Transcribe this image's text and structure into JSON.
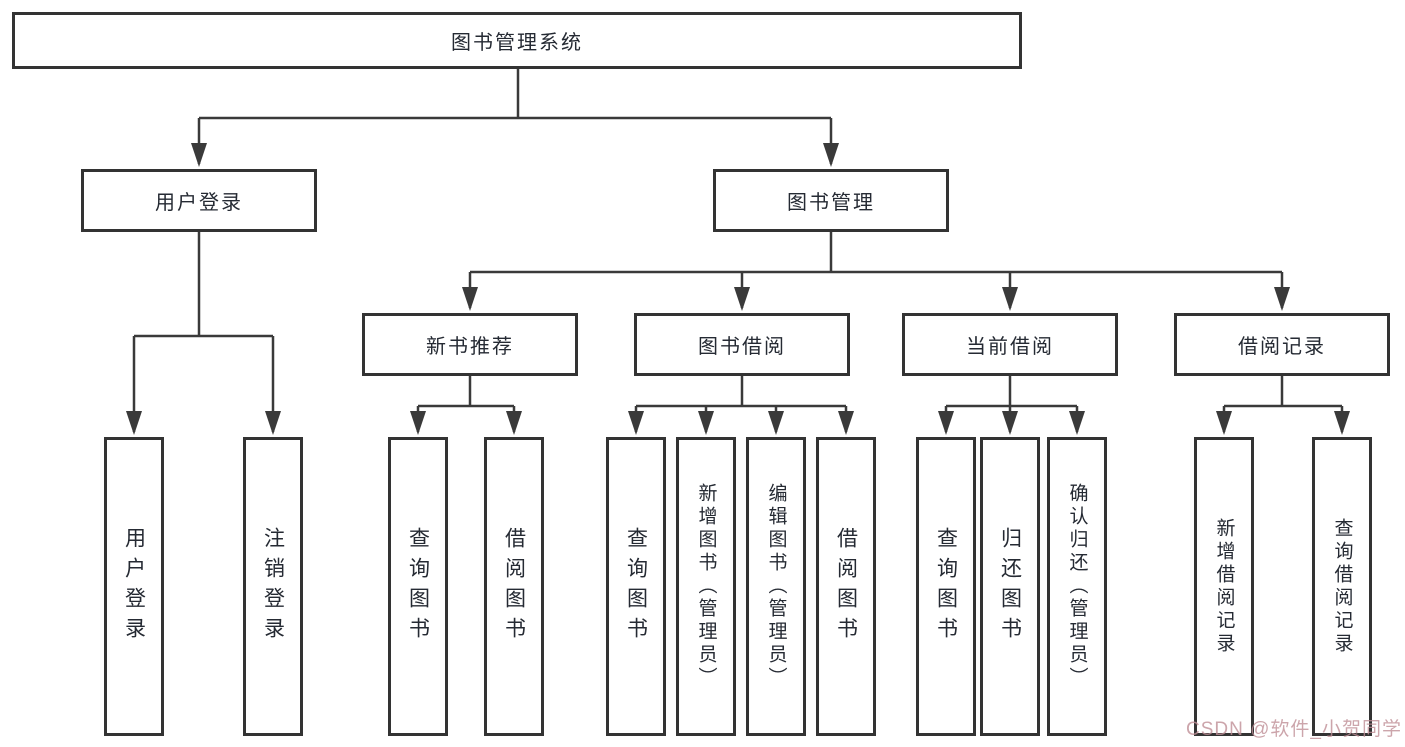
{
  "tree": {
    "label": "图书管理系统",
    "children": [
      {
        "label": "用户登录",
        "children": [
          {
            "label": "用户登录"
          },
          {
            "label": "注销登录"
          }
        ]
      },
      {
        "label": "图书管理",
        "children": [
          {
            "label": "新书推荐",
            "children": [
              {
                "label": "查询图书"
              },
              {
                "label": "借阅图书"
              }
            ]
          },
          {
            "label": "图书借阅",
            "children": [
              {
                "label": "查询图书"
              },
              {
                "label": "新增图书（管理员）"
              },
              {
                "label": "编辑图书（管理员）"
              },
              {
                "label": "借阅图书"
              }
            ]
          },
          {
            "label": "当前借阅",
            "children": [
              {
                "label": "查询图书"
              },
              {
                "label": "归还图书"
              },
              {
                "label": "确认归还（管理员）"
              }
            ]
          },
          {
            "label": "借阅记录",
            "children": [
              {
                "label": "新增借阅记录"
              },
              {
                "label": "查询借阅记录"
              }
            ]
          }
        ]
      }
    ]
  },
  "watermark": {
    "text": "CSDN @软件_小贺同学",
    "color": "#c08f97"
  },
  "colors": {
    "line": "#3a3a3a",
    "box_border": "#333333",
    "text": "#252a33",
    "background": "#ffffff"
  }
}
